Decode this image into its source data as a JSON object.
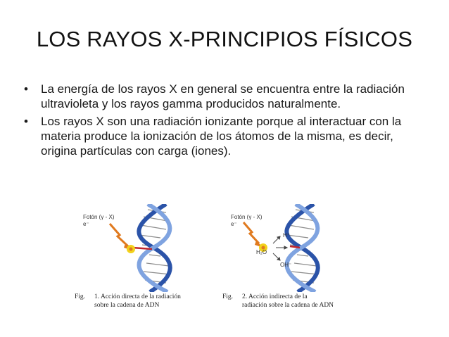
{
  "slide": {
    "title": "LOS RAYOS X-PRINCIPIOS FÍSICOS",
    "bullets": [
      "La energía de los rayos X en general se encuentra entre la radiación ultravioleta y los rayos gamma producidos naturalmente.",
      "Los rayos X son una radiación ionizante porque al interactuar con la materia produce la ionización de los átomos de la misma, es decir, origina partículas con carga (iones)."
    ],
    "bullet_glyph": "•"
  },
  "figures": [
    {
      "photon_label": "Fotón (γ - X)",
      "electron_label": "e⁻",
      "fig_prefix": "Fig.",
      "caption_line1": "1. Acción directa de la radiación",
      "caption_line2": "sobre la cadena de ADN"
    },
    {
      "photon_label": "Fotón (γ - X)",
      "electron_label": "e⁻",
      "h_plus": "H⁺",
      "water": "H₂O",
      "oh_minus": "OH⁻",
      "fig_prefix": "Fig.",
      "caption_line1": "2. Acción indirecta de la",
      "caption_line2": "radiación sobre la cadena de ADN"
    }
  ],
  "colors": {
    "helix_blue": "#2b53a8",
    "helix_light": "#7fa3e0",
    "rungs": "#8d8d8d",
    "photon": "#e07a1f",
    "impact": "#f2d21b",
    "break": "#c0262b"
  },
  "icons": [
    "dna-helix-icon",
    "photon-arrow-icon",
    "impact-star-icon"
  ]
}
